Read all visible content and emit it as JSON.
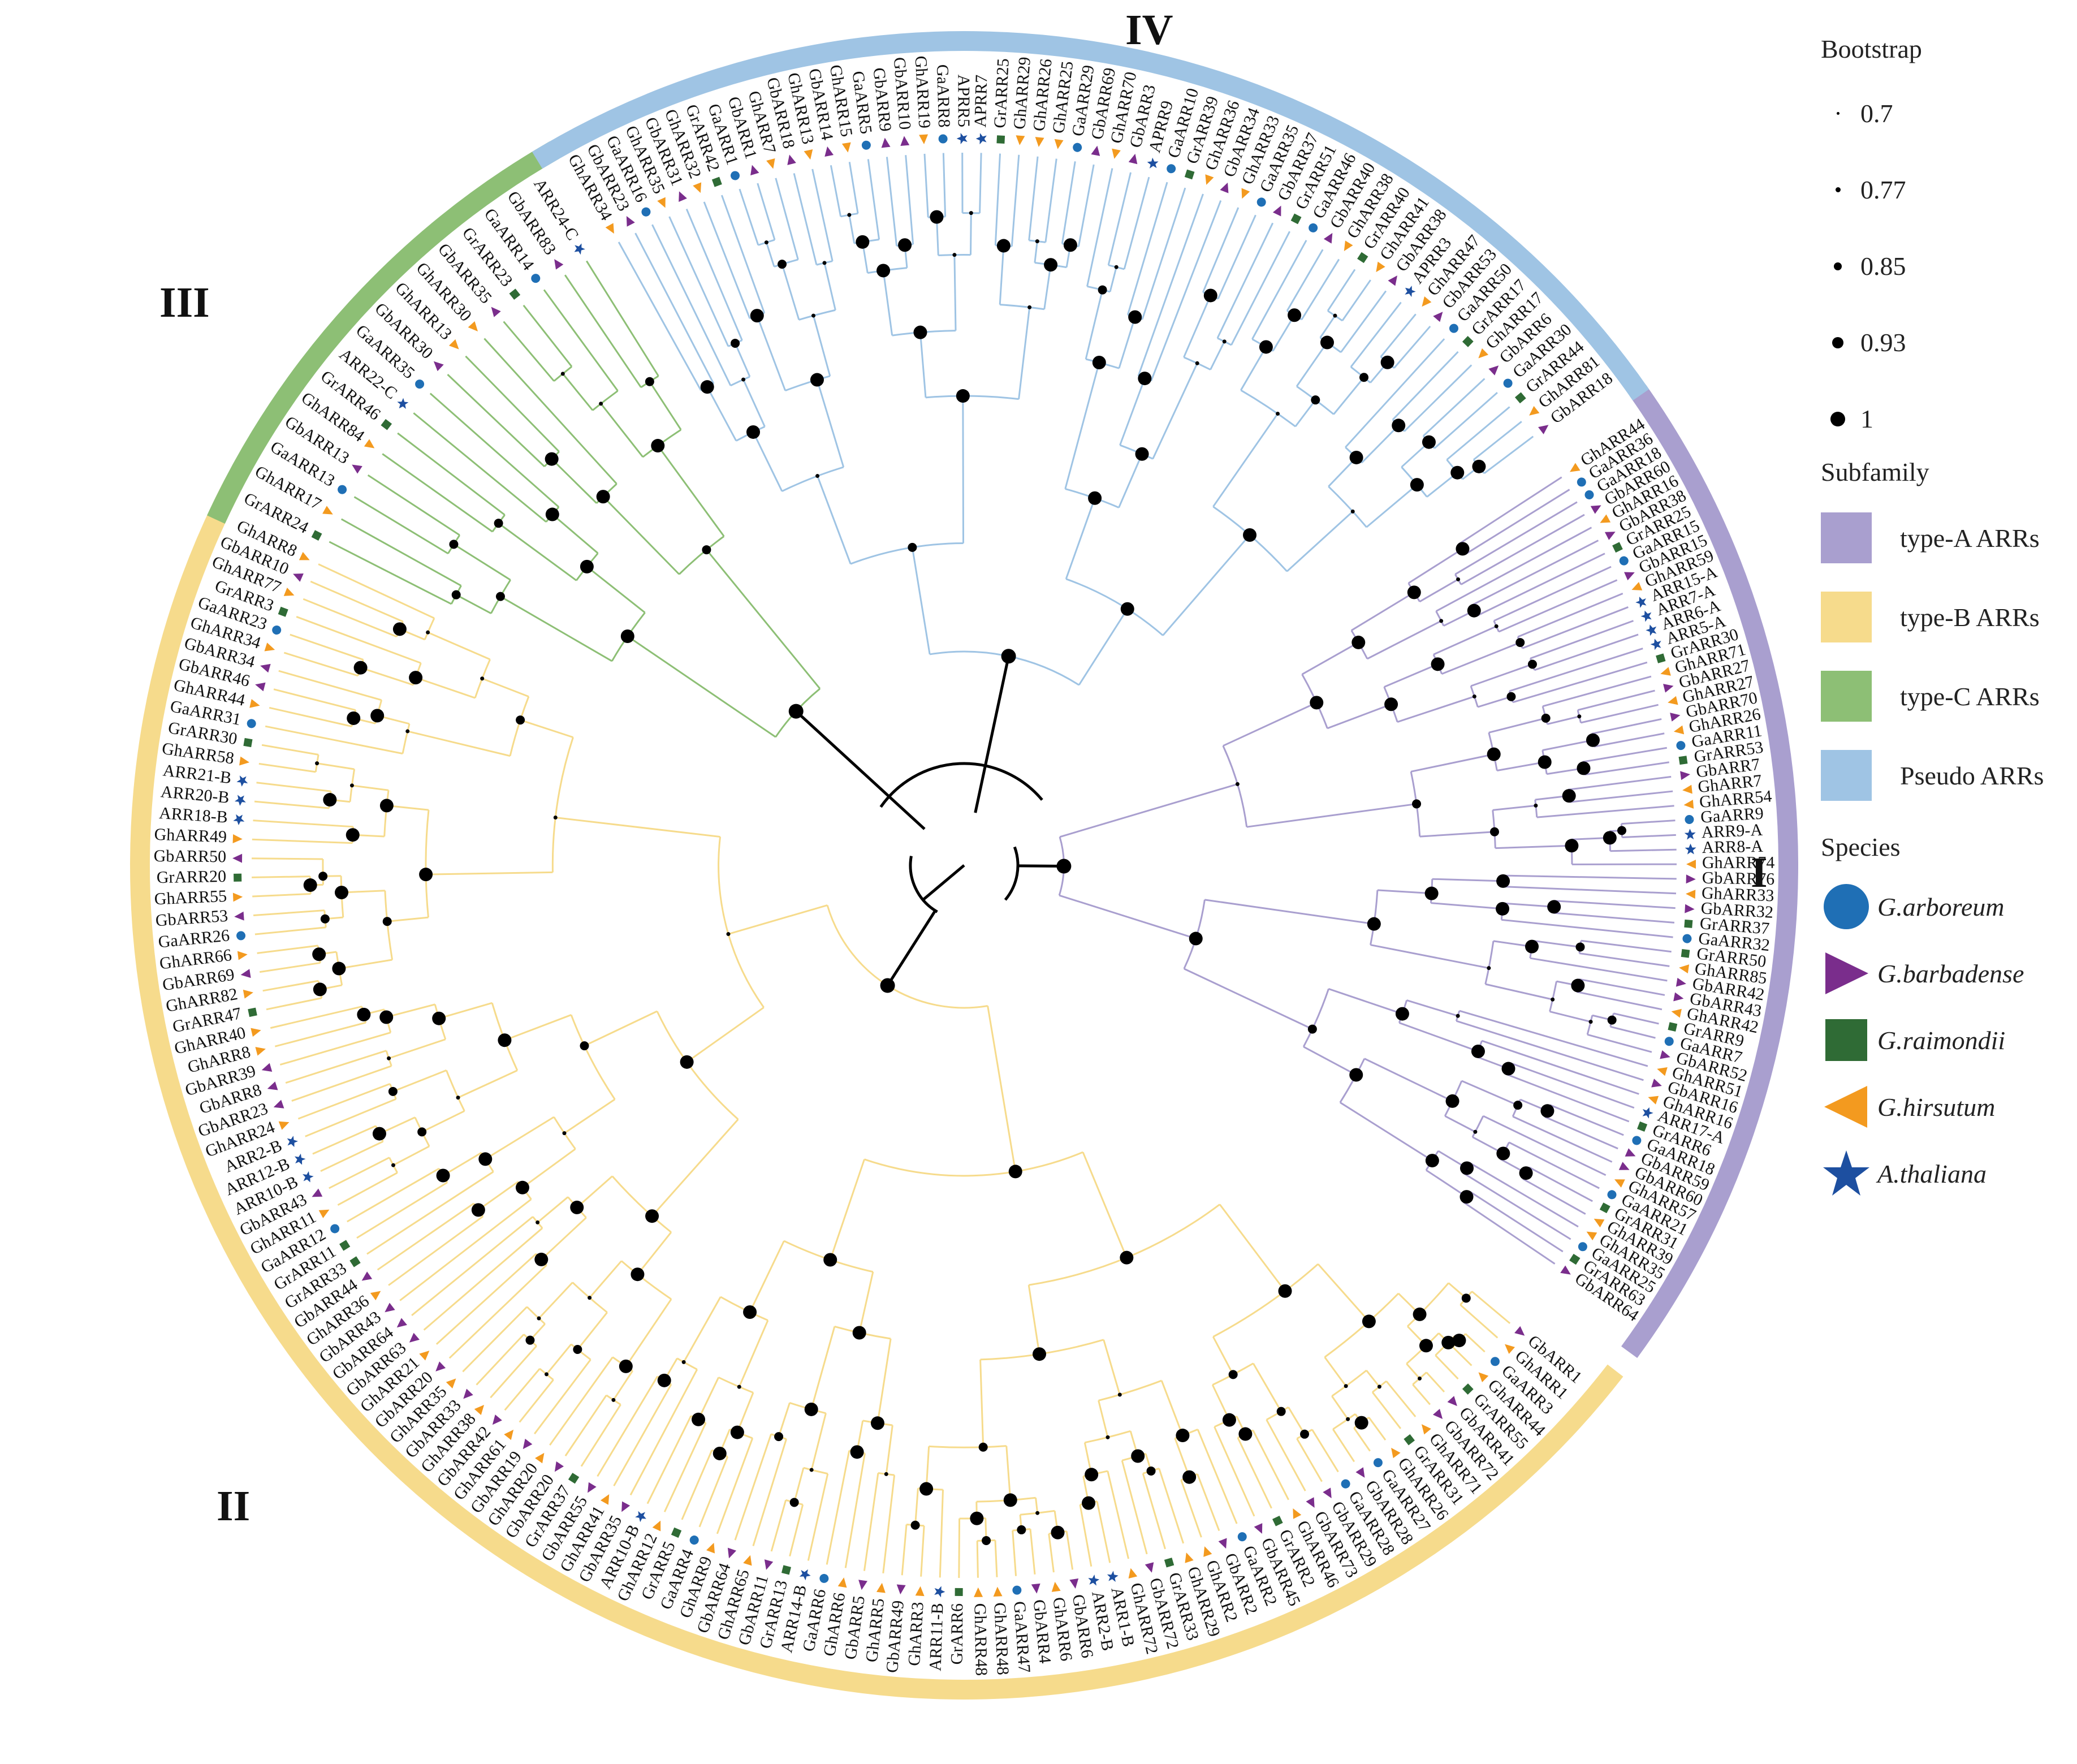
{
  "clade_labels": {
    "I": "I",
    "II": "II",
    "III": "III",
    "IV": "IV"
  },
  "legend": {
    "bootstrap_title": "Bootstrap",
    "bootstrap": [
      {
        "label": "0.7"
      },
      {
        "label": "0.77"
      },
      {
        "label": "0.85"
      },
      {
        "label": "0.93"
      },
      {
        "label": "1"
      }
    ],
    "subfamily_title": "Subfamily",
    "subfamilies": [
      {
        "label": "type-A ARRs",
        "color": "#a99fcf"
      },
      {
        "label": "type-B ARRs",
        "color": "#f6db8c"
      },
      {
        "label": "type-C ARRs",
        "color": "#8dbf75"
      },
      {
        "label": "Pseudo ARRs",
        "color": "#9fc4e4"
      }
    ],
    "species_title": "Species",
    "species": [
      {
        "label": "G.arboreum",
        "icon": "circle-icon",
        "color": "#1f6fb5"
      },
      {
        "label": "G.barbadense",
        "icon": "triangle-right-icon",
        "color": "#7a2d8c"
      },
      {
        "label": "G.raimondii",
        "icon": "square-icon",
        "color": "#2f6b35"
      },
      {
        "label": "G.hirsutum",
        "icon": "triangle-left-icon",
        "color": "#f39a1f"
      },
      {
        "label": "A.thaliana",
        "icon": "star-icon",
        "color": "#1d4fa0"
      }
    ]
  },
  "clades": [
    {
      "id": "I",
      "color": "#a99fcf",
      "leaves": [
        "GhARR44",
        "GaARR36",
        "GaARR18",
        "GbARR60",
        "GhARR16",
        "GbARR38",
        "GrARR25",
        "GaARR15",
        "GbARR15",
        "GhARR59",
        "ARR15-A",
        "ARR7-A",
        "ARR6-A",
        "ARR5-A",
        "GrARR30",
        "GhARR71",
        "GbARR27",
        "GhARR27",
        "GbARR70",
        "GhARR26",
        "GaARR11",
        "GrARR53",
        "GbARR7",
        "GhARR7",
        "GhARR54",
        "GaARR9",
        "ARR9-A",
        "ARR8-A",
        "GhARR74",
        "GbARR76",
        "GhARR33",
        "GbARR32",
        "GrARR37",
        "GaARR32",
        "GrARR50",
        "GhARR85",
        "GbARR42",
        "GbARR43",
        "GhARR42",
        "GrARR9",
        "GaARR7",
        "GbARR52",
        "GhARR51",
        "GbARR16",
        "GhARR16",
        "ARR17-A",
        "GrARR6",
        "GaARR18",
        "GbARR59",
        "GbARR60",
        "GhARR57",
        "GaARR21",
        "GrARR31",
        "GhARR39",
        "GhARR35",
        "GaARR25",
        "GrARR63",
        "GbARR64"
      ]
    },
    {
      "id": "II",
      "color": "#f6db8c",
      "leaves": [
        "GbARR1",
        "GhARR1",
        "GaARR3",
        "GhARR44",
        "GrARR55",
        "GbARR41",
        "GbARR72",
        "GhARR71",
        "GrARR31",
        "GhARR26",
        "GaARR27",
        "GbARR28",
        "GaARR28",
        "GbARR29",
        "GbARR73",
        "GhARR46",
        "GrARR2",
        "GbARR45",
        "GaARR2",
        "GbARR2",
        "GhARR2",
        "GhARR29",
        "GrARR33",
        "GbARR72",
        "GhARR72",
        "ARR1-B",
        "ARR2-B",
        "GbARR6",
        "GhARR6",
        "GbARR4",
        "GaARR47",
        "GhARR48",
        "GhARR48",
        "GrARR6",
        "ARR11-B",
        "GhARR3",
        "GbARR49",
        "GhARR5",
        "GbARR5",
        "GhARR6",
        "GaARR6",
        "ARR14-B",
        "GrARR13",
        "GbARR11",
        "GhARR65",
        "GbARR64",
        "GhARR9",
        "GaARR4",
        "GrARR5",
        "GhARR12",
        "ARR10-B",
        "GbARR35",
        "GhARR41",
        "GbARR55",
        "GrARR37",
        "GbARR20",
        "GhARR20",
        "GbARR19",
        "GhARR61",
        "GbARR42",
        "GhARR38",
        "GbARR33",
        "GhARR35",
        "GbARR20",
        "GhARR21",
        "GbARR63",
        "GbARR64",
        "GbARR43",
        "GhARR36",
        "GbARR44",
        "GrARR33",
        "GrARR11",
        "GaARR12",
        "GhARR11",
        "GbARR43",
        "ARR10-B",
        "ARR12-B",
        "ARR2-B",
        "GhARR24",
        "GbARR23",
        "GbARR8",
        "GbARR39",
        "GhARR8",
        "GhARR40",
        "GrARR47",
        "GhARR82",
        "GbARR69",
        "GhARR66",
        "GaARR26",
        "GbARR53",
        "GhARR55",
        "GrARR20",
        "GbARR50",
        "GhARR49",
        "ARR18-B",
        "ARR20-B",
        "ARR21-B",
        "GhARR58",
        "GrARR30",
        "GaARR31",
        "GhARR44",
        "GbARR46",
        "GbARR34",
        "GhARR34",
        "GaARR23",
        "GrARR3",
        "GhARR77",
        "GbARR10",
        "GhARR8"
      ]
    },
    {
      "id": "III",
      "color": "#8dbf75",
      "leaves": [
        "GrARR24",
        "GhARR17",
        "GaARR13",
        "GbARR13",
        "GhARR84",
        "GrARR46",
        "ARR22-C",
        "GaARR35",
        "GbARR30",
        "GhARR13",
        "GhARR30",
        "GbARR35",
        "GrARR23",
        "GaARR14",
        "GbARR83",
        "ARR24-C"
      ]
    },
    {
      "id": "IV",
      "color": "#9fc4e4",
      "leaves": [
        "GhARR34",
        "GbARR23",
        "GaARR16",
        "GhARR35",
        "GbARR31",
        "GhARR32",
        "GrARR42",
        "GaARR1",
        "GbARR1",
        "GhARR7",
        "GbARR18",
        "GhARR13",
        "GbARR14",
        "GhARR15",
        "GaARR5",
        "GbARR9",
        "GbARR10",
        "GhARR19",
        "GaARR8",
        "APRR5",
        "APRR7",
        "GrARR25",
        "GhARR29",
        "GhARR26",
        "GhARR25",
        "GaARR29",
        "GbARR69",
        "GhARR70",
        "GbARR3",
        "APRR9",
        "GaARR10",
        "GrARR39",
        "GhARR36",
        "GbARR34",
        "GhARR33",
        "GaARR35",
        "GbARR37",
        "GrARR51",
        "GaARR46",
        "GbARR40",
        "GhARR38",
        "GrARR40",
        "GhARR41",
        "GbARR38",
        "APRR3",
        "GhARR47",
        "GbARR53",
        "GaARR50",
        "GrARR17",
        "GhARR17",
        "GbARR6",
        "GaARR30",
        "GrARR44",
        "GhARR81",
        "GbARR18"
      ]
    }
  ]
}
